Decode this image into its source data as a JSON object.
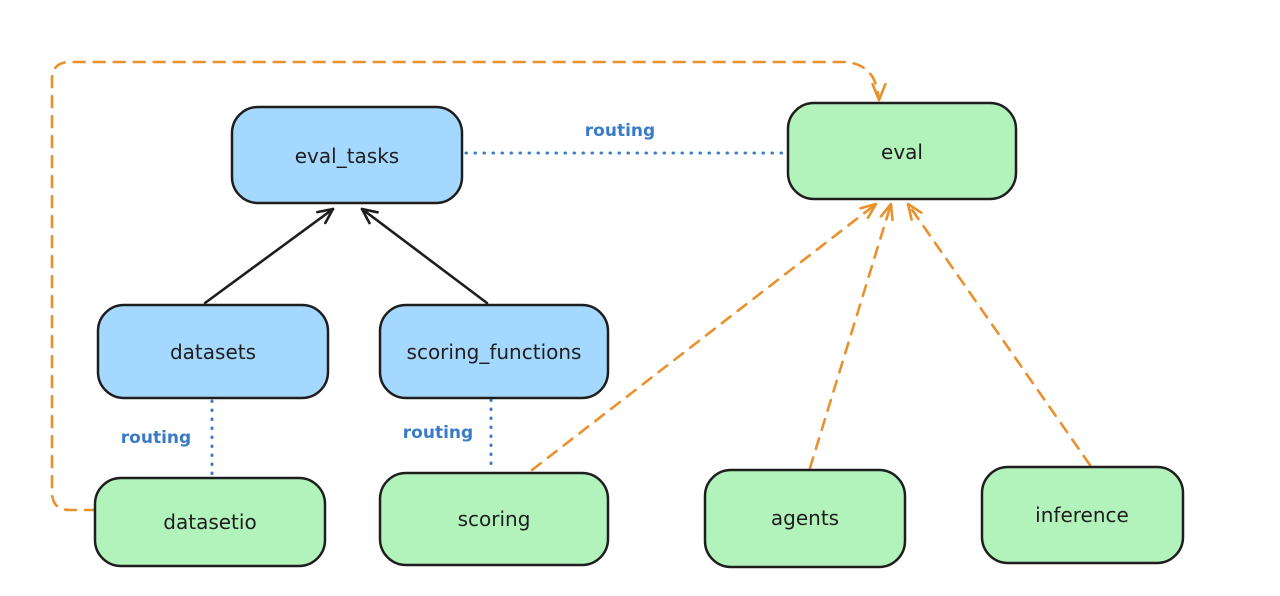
{
  "diagram": {
    "nodes": [
      {
        "id": "eval_tasks",
        "label": "eval_tasks",
        "fill": "#a5d8ff"
      },
      {
        "id": "eval",
        "label": "eval",
        "fill": "#b2f2bb"
      },
      {
        "id": "datasets",
        "label": "datasets",
        "fill": "#a5d8ff"
      },
      {
        "id": "scoring_functions",
        "label": "scoring_functions",
        "fill": "#a5d8ff"
      },
      {
        "id": "datasetio",
        "label": "datasetio",
        "fill": "#b2f2bb"
      },
      {
        "id": "scoring",
        "label": "scoring",
        "fill": "#b2f2bb"
      },
      {
        "id": "agents",
        "label": "agents",
        "fill": "#b2f2bb"
      },
      {
        "id": "inference",
        "label": "inference",
        "fill": "#b2f2bb"
      }
    ],
    "edges": [
      {
        "from": "datasets",
        "to": "eval_tasks",
        "style": "solid-black-arrow"
      },
      {
        "from": "scoring_functions",
        "to": "eval_tasks",
        "style": "solid-black-arrow"
      },
      {
        "from": "eval_tasks",
        "to": "eval",
        "style": "dotted-blue",
        "label": "routing"
      },
      {
        "from": "datasets",
        "to": "datasetio",
        "style": "dotted-blue",
        "label": "routing"
      },
      {
        "from": "scoring_functions",
        "to": "scoring",
        "style": "dotted-blue",
        "label": "routing"
      },
      {
        "from": "datasetio",
        "to": "eval",
        "style": "dashed-orange-arrow"
      },
      {
        "from": "scoring",
        "to": "eval",
        "style": "dashed-orange-arrow"
      },
      {
        "from": "agents",
        "to": "eval",
        "style": "dashed-orange-arrow"
      },
      {
        "from": "inference",
        "to": "eval",
        "style": "dashed-orange-arrow"
      }
    ],
    "colors": {
      "background": "#ffffff",
      "node_stroke": "#1e1e1e",
      "blue_node_fill": "#a5d8ff",
      "green_node_fill": "#b2f2bb",
      "routing_blue": "#3a7bc8",
      "orange_dash": "#e8912d",
      "text": "#1e1e1e"
    }
  }
}
